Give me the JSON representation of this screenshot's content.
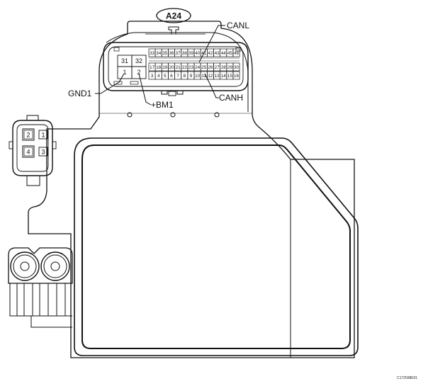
{
  "connector": {
    "label": "A24"
  },
  "upper_pins": [
    "33",
    "34",
    "35",
    "36",
    "37",
    "38",
    "39",
    "40",
    "41",
    "42",
    "43",
    "44",
    "45",
    "46"
  ],
  "lower_upper_pins": [
    "17",
    "18",
    "19",
    "20",
    "21",
    "22",
    "23",
    "24",
    "25",
    "26",
    "27",
    "28",
    "29",
    "30"
  ],
  "lower_pins": [
    "3",
    "4",
    "5",
    "6",
    "7",
    "8",
    "9",
    "10",
    "11",
    "12",
    "13",
    "14",
    "15",
    "16"
  ],
  "big_pins": {
    "top_left": "31",
    "top_right": "32",
    "bottom_left": "1",
    "bottom_right": "2"
  },
  "side_connector_pins": {
    "top_left": "2",
    "top_right": "1",
    "bottom_left": "4",
    "bottom_right": "3"
  },
  "signals": {
    "canl": "CANL",
    "canh": "CANH",
    "gnd1": "GND1",
    "bm1": "+BM1"
  },
  "figure_ref": "C172598E01"
}
